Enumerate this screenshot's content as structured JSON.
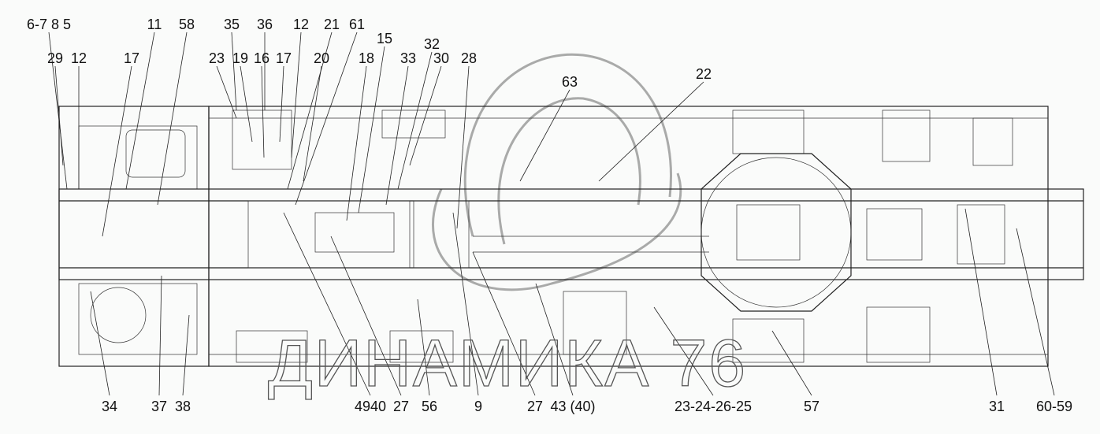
{
  "diagram": {
    "title": "Chassis component layout",
    "watermark": "ДИНАМИКА 76",
    "callouts_top": [
      "6-7 8 5",
      "11",
      "58",
      "35",
      "36",
      "12",
      "21",
      "61",
      "15",
      "32",
      "29",
      "12",
      "17",
      "23",
      "19",
      "16",
      "17",
      "20",
      "18",
      "33",
      "30",
      "28",
      "63",
      "22"
    ],
    "callouts_bottom": [
      "34",
      "37",
      "38",
      "4940",
      "27",
      "56",
      "9",
      "27",
      "43 (40)",
      "23-24-26-25",
      "57",
      "31",
      "60-59"
    ]
  }
}
